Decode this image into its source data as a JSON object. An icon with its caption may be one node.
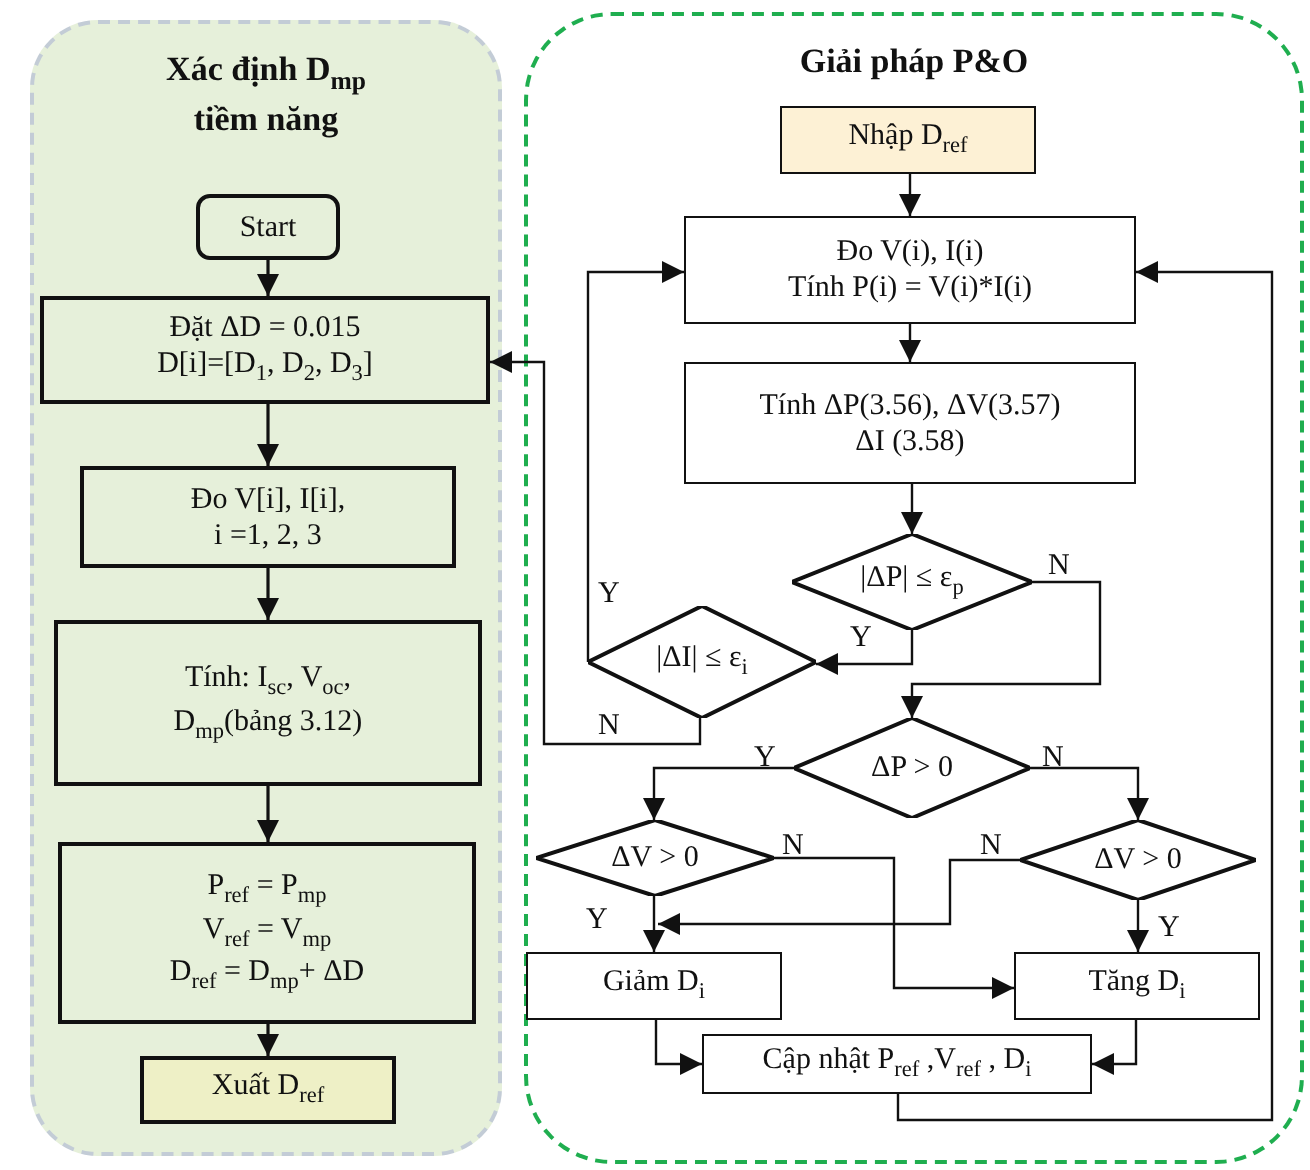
{
  "diagram": {
    "nodes": [
      {
        "text": [
          "Xác định D$_{mp}$ tiềm năng"
        ]
      },
      {
        "text": [
          "Start"
        ],
        "in": 0
      },
      {
        "text": [
          "Đặt ΔD = 0.015",
          "D[i]=[D$_{1}$, D$_{2}$, D$_{3}$]"
        ],
        "in": 0
      },
      {
        "text": [
          "Đo V[i], I[i],",
          "i =1, 2, 3"
        ],
        "in": 0
      },
      {
        "text": [
          "Tính:  I$_{sc}$, V$_{oc}$,",
          "D$_{mp}$(bảng 3.12)"
        ],
        "in": 0
      },
      {
        "text": [
          "P$_{ref}$ = P$_{mp}$",
          "V$_{ref}$ = V$_{mp}$",
          "D$_{ref}$ = D$_{mp}$+ ΔD"
        ],
        "in": 0
      },
      {
        "text": [
          "Xuất D$_{ref}$"
        ],
        "in": 0
      },
      {
        "text": [
          "Giải pháp P&O"
        ]
      },
      {
        "text": [
          "Nhập D$_{ref}$"
        ],
        "in": 7
      },
      {
        "text": [
          "Đo  V(i), I(i)",
          "Tính  P(i) = V(i)*I(i)"
        ],
        "in": 7
      },
      {
        "text": [
          "Tính ΔP(3.56), ΔV(3.57)",
          "ΔI (3.58)"
        ],
        "in": 7
      },
      {
        "text": [
          "|ΔP| ≤ ε$_{p}$"
        ],
        "in": 7
      },
      {
        "text": [
          "|ΔI| ≤ ε$_{i}$"
        ],
        "in": 7
      },
      {
        "text": [
          "ΔP > 0"
        ],
        "in": 7
      },
      {
        "text": [
          "ΔV > 0"
        ],
        "in": 7
      },
      {
        "text": [
          "ΔV > 0"
        ],
        "in": 7
      },
      {
        "text": [
          "Giảm D$_{i}$"
        ],
        "in": 7
      },
      {
        "text": [
          "Tăng D$_{i}$"
        ],
        "in": 7
      },
      {
        "text": [
          "Cập nhật P$_{ref}$ ,V$_{ref}$ , D$_{i}$"
        ],
        "in": 7
      }
    ],
    "edges": [
      {
        "from": 1,
        "to": 2,
        "arrow": "to"
      },
      {
        "from": 2,
        "to": 3,
        "arrow": "to"
      },
      {
        "from": 3,
        "to": 4,
        "arrow": "to"
      },
      {
        "from": 4,
        "to": 5,
        "arrow": "to"
      },
      {
        "from": 5,
        "to": 6,
        "arrow": "to"
      },
      {
        "from": 8,
        "to": 9,
        "arrow": "to"
      },
      {
        "from": 9,
        "to": 10,
        "arrow": "to"
      },
      {
        "from": 10,
        "to": 11,
        "arrow": "to"
      },
      {
        "from": 11,
        "to": 12,
        "arrow": "to",
        "label": "Y"
      },
      {
        "from": 11,
        "to": 13,
        "arrow": "to",
        "label": "N"
      },
      {
        "from": 12,
        "to": 9,
        "arrow": "to",
        "label": "Y"
      },
      {
        "from": 12,
        "to": 2,
        "arrow": "to",
        "label": "N"
      },
      {
        "from": 13,
        "to": 14,
        "arrow": "to",
        "label": "Y"
      },
      {
        "from": 13,
        "to": 15,
        "arrow": "to",
        "label": "N"
      },
      {
        "from": 14,
        "to": 16,
        "arrow": "to",
        "label": "Y"
      },
      {
        "from": 14,
        "to": 17,
        "arrow": "to",
        "label": "N"
      },
      {
        "from": 15,
        "to": 16,
        "arrow": "to",
        "label": "N"
      },
      {
        "from": 15,
        "to": 17,
        "arrow": "to",
        "label": "Y"
      },
      {
        "from": 16,
        "to": 18,
        "arrow": "to"
      },
      {
        "from": 17,
        "to": 18,
        "arrow": "to"
      },
      {
        "from": 18,
        "to": 9,
        "arrow": "to"
      }
    ]
  }
}
